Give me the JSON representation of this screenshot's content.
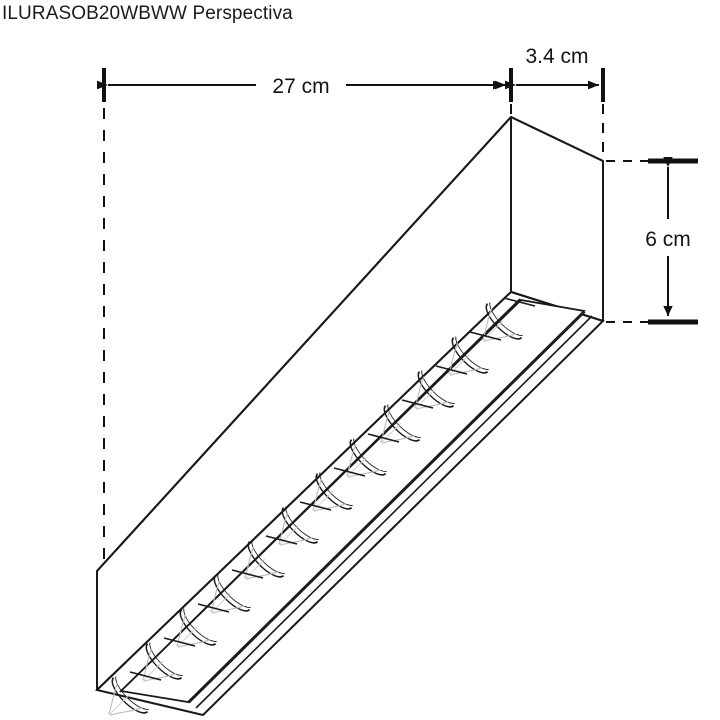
{
  "document": {
    "title": "ILURASOB20WBWW Perspectiva",
    "view_name": "Perspectiva",
    "product_code": "ILURASOB20WBWW",
    "background_color": "#ffffff",
    "line_color": "#1a1a1a",
    "detail_line_color": "#b0b0b0"
  },
  "dimensions": {
    "length": {
      "label": "27 cm",
      "value": 27,
      "unit": "cm",
      "orientation": "horizontal",
      "position": "top"
    },
    "depth": {
      "label": "3.4 cm",
      "value": 3.4,
      "unit": "cm",
      "orientation": "horizontal",
      "position": "top-right"
    },
    "height": {
      "label": "6 cm",
      "value": 6,
      "unit": "cm",
      "orientation": "vertical",
      "position": "right"
    }
  },
  "fixture": {
    "type": "linear-led-luminaire",
    "led_cell_count": 12,
    "projection": "isometric-perspective"
  }
}
